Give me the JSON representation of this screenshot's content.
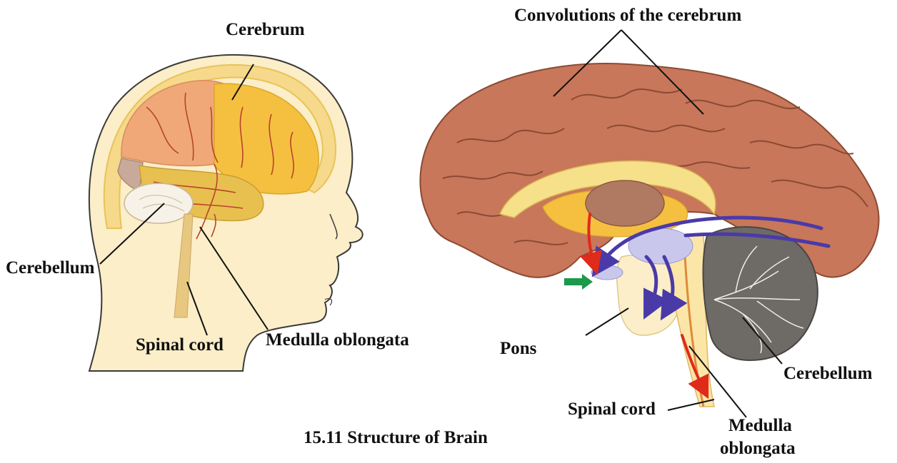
{
  "figure": {
    "caption": "15.11 Structure of Brain"
  },
  "head_diagram": {
    "labels": {
      "cerebrum": "Cerebrum",
      "cerebellum": "Cerebellum",
      "spinal_cord": "Spinal cord",
      "medulla": "Medulla oblongata"
    }
  },
  "brain_section": {
    "labels": {
      "convolutions": "Convolutions of the cerebrum",
      "pons": "Pons",
      "cerebellum": "Cerebellum",
      "spinal_cord": "Spinal cord",
      "medulla_line1": "Medulla",
      "medulla_line2": "oblongata"
    }
  },
  "colors": {
    "skin": "#fbeec8",
    "skin_outline": "#3a3a3a",
    "skull": "#f6d98a",
    "frontal": "#f0a878",
    "parietal": "#f5c040",
    "occipital": "#c9a99a",
    "temporal": "#e8c050",
    "vessel": "#b8442a",
    "cortex": "#c8775a",
    "cortex_dark": "#8b4a33",
    "corpus": "#f7e08a",
    "thalamus": "#b07a62",
    "cerebellum_gray": "#6e6a66",
    "arrow_blue": "#4a3aa8",
    "arrow_red": "#e02a1a",
    "arrow_green": "#1a9a4a"
  }
}
